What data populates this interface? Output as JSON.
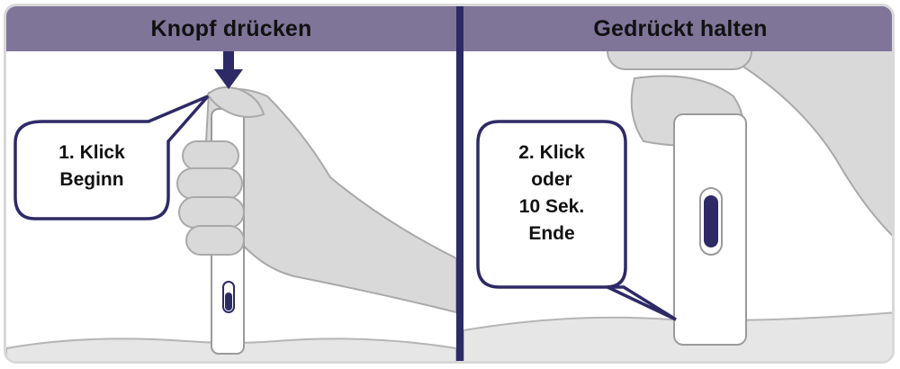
{
  "colors": {
    "header": "#7f7599",
    "divider": "#2e2a66",
    "outline": "#2e2a66",
    "hand": "#d9d9d9",
    "pen": "#ffffff",
    "window": "#2e2a66"
  },
  "left_panel": {
    "title": "Knopf drücken",
    "arrow_icon": "arrow-down-icon",
    "callout": [
      "1. Klick",
      "Beginn"
    ]
  },
  "right_panel": {
    "title": "Gedrückt halten",
    "callout": [
      "2. Klick",
      "oder",
      "10 Sek.",
      "Ende"
    ]
  }
}
